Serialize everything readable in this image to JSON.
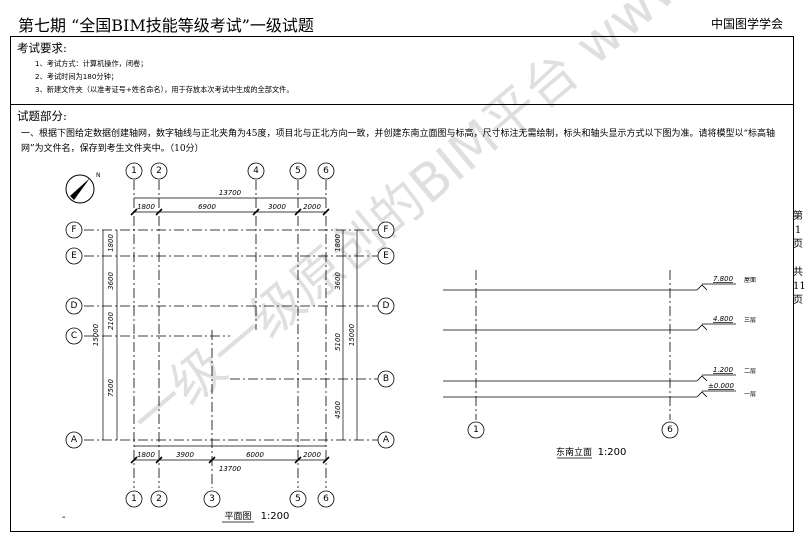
{
  "header": {
    "title": "第七期 “全国BIM技能等级考试”一级试题",
    "org": "中国图学学会"
  },
  "requirements": {
    "heading": "考试要求:",
    "items": [
      "1、考试方式：计算机操作，闭卷；",
      "2、考试时间为180分钟；",
      "3、新建文件夹（以准考证号+姓名命名），用于存放本次考试中生成的全部文件。"
    ]
  },
  "questions": {
    "heading": "试题部分:",
    "q1": "一、根据下图给定数据创建轴网，数字轴线与正北夹角为45度，项目北与正北方向一致，并创建东南立面图与标高，尺寸标注无需绘制，标头和轴头显示方式以下图为准。请将模型以“标高轴网”为文件名，保存到考生文件夹中。（10分）"
  },
  "plan": {
    "caption": "平面图",
    "scale": "1:200",
    "cols_top": [
      "1",
      "2",
      "4",
      "5",
      "6"
    ],
    "cols_bottom": [
      "1",
      "2",
      "3",
      "5",
      "6"
    ],
    "rows_left": [
      "F",
      "E",
      "D",
      "C",
      "A"
    ],
    "rows_right": [
      "F",
      "E",
      "D",
      "B",
      "A"
    ],
    "dims_top_total": "13700",
    "dims_top": [
      "1800",
      "6900",
      "3000",
      "2000"
    ],
    "dims_bottom_total": "13700",
    "dims_bottom": [
      "1800",
      "3900",
      "6000",
      "2000"
    ],
    "dims_left": [
      "1800",
      "3600",
      "2100",
      "7500"
    ],
    "dims_left_total": "15000",
    "dims_right": [
      "1800",
      "3600",
      "5100",
      "4500"
    ],
    "dims_right_total": "15000",
    "north_label": "N"
  },
  "elevation": {
    "caption": "东南立面",
    "scale": "1:200",
    "axes": [
      "1",
      "6"
    ],
    "levels": [
      {
        "value": "7.800",
        "name": "屋面"
      },
      {
        "value": "4.800",
        "name": "三层"
      },
      {
        "value": "1.200",
        "name": "二层"
      },
      {
        "value": "±0.000",
        "name": "一层"
      }
    ]
  },
  "side": {
    "page_chars": [
      "第",
      "1",
      "页",
      "",
      "共",
      "11",
      "页"
    ]
  },
  "watermark": "一级一级原创的BIM平台 www.an-bi.com",
  "marker": "-"
}
